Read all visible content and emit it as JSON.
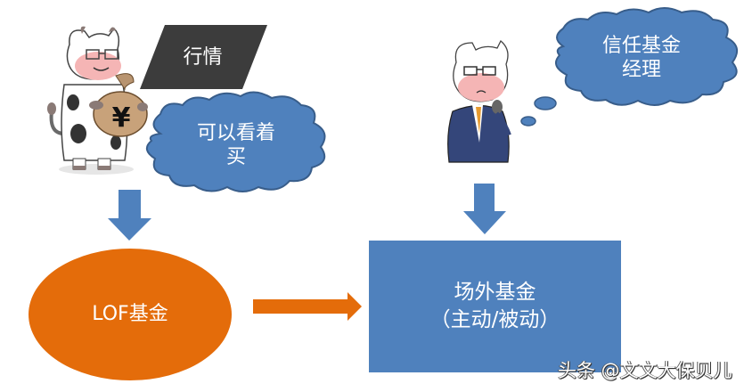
{
  "colors": {
    "blue": "#4f81bd",
    "blue_stroke": "#385d8a",
    "orange": "#e46c0a",
    "dark": "#3c3c3c",
    "white": "#ffffff"
  },
  "left_branch": {
    "character": "cow-holding-money-bag",
    "money_symbol": "¥",
    "tag_label": "行情",
    "cloud_line1": "可以看着",
    "cloud_line2": "买"
  },
  "right_branch": {
    "character": "cow-in-suit-thinking",
    "cloud_line1": "信任基金",
    "cloud_line2": "经理"
  },
  "nodes": {
    "lof": "LOF基金",
    "otc_line1": "场外基金",
    "otc_line2": "（主动/被动）"
  },
  "watermark": "头条 @文文大保贝儿"
}
